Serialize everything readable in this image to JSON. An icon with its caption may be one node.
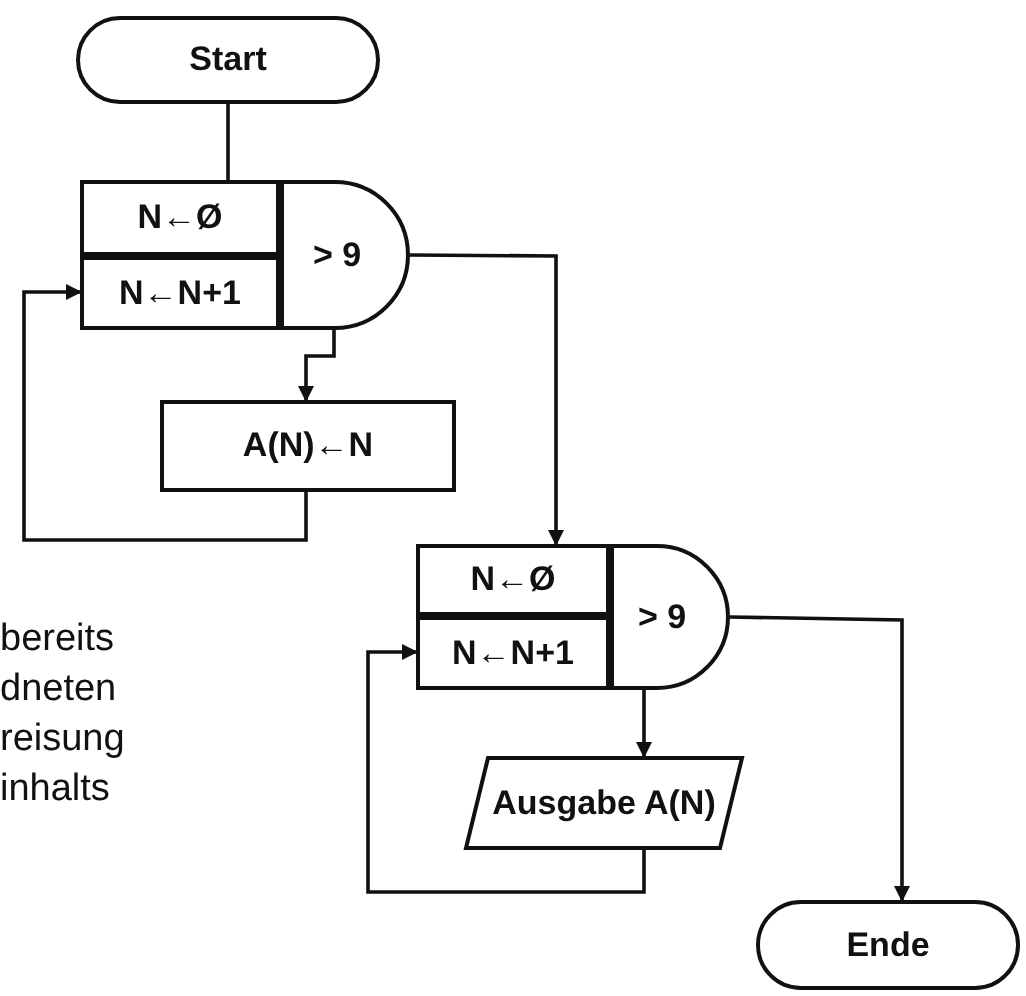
{
  "diagram": {
    "nodes": [
      {
        "text": [
          "Start"
        ]
      },
      {
        "text": [
          "N←Ø"
        ]
      },
      {
        "text": [
          "N←N+1"
        ]
      },
      {
        "text": [
          "> 9"
        ]
      },
      {
        "text": [
          "A(N)←N"
        ]
      },
      {
        "text": [
          "N←Ø"
        ]
      },
      {
        "text": [
          "N←N+1"
        ]
      },
      {
        "text": [
          "> 9"
        ]
      },
      {
        "text": [
          "Ausgabe A(N)"
        ]
      },
      {
        "text": [
          "Ende"
        ]
      }
    ],
    "edges": [
      {
        "from": 0,
        "to": 1,
        "arrow": "none"
      },
      {
        "from": 3,
        "to": 4,
        "arrow": "to"
      },
      {
        "from": 4,
        "to": 2,
        "arrow": "to"
      },
      {
        "from": 3,
        "to": 5,
        "arrow": "to"
      },
      {
        "from": 7,
        "to": 8,
        "arrow": "to"
      },
      {
        "from": 8,
        "to": 6,
        "arrow": "to"
      },
      {
        "from": 7,
        "to": 9,
        "arrow": "to"
      }
    ],
    "labels": [
      "bereits",
      "dneten",
      "reisung",
      "inhalts"
    ]
  }
}
